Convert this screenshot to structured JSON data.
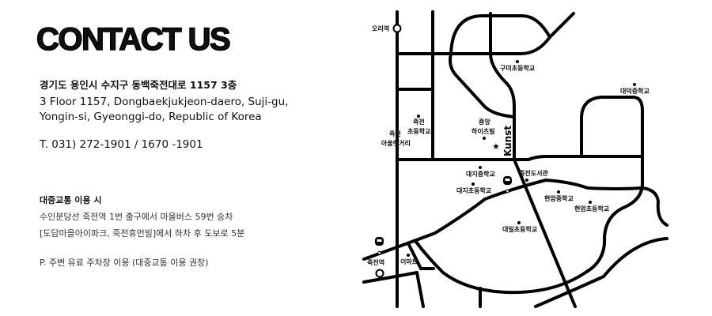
{
  "header": {
    "title": "CONTACT US"
  },
  "address": {
    "korean": "경기도 용인시 수지구 동백죽전대로 1157 3층",
    "english_line1": "3 Floor 1157, Dongbaekjukjeon-daero, Suji-gu,",
    "english_line2": "Yongin-si, Gyeonggi-do, Republic of Korea",
    "phone": "T. 031) 272-1901  /  1670 -1901"
  },
  "transit": {
    "title": "대중교통 이용 시",
    "line1": "수인분당선 죽전역 1번 출구에서 마을버스 59번 승차",
    "line2": "[도담마을아이파크, 죽전휴먼빌]에서 하차 후 도보로 5분",
    "parking": "P. 주변 유료 주차장 이용 (대중교통 이용 권장)"
  },
  "map": {
    "destination": "Kunst",
    "stations": [
      "오리역",
      "죽전역"
    ],
    "labels": [
      "구미초등학교",
      "대덕중학교",
      "죽전",
      "초등학교",
      "죽전",
      "아울렛거리",
      "중앙",
      "하이츠빌",
      "대지중학교",
      "죽전도서관",
      "대지초등학교",
      "현암중학교",
      "현암초등학교",
      "대일초등학교",
      "이마트"
    ]
  }
}
